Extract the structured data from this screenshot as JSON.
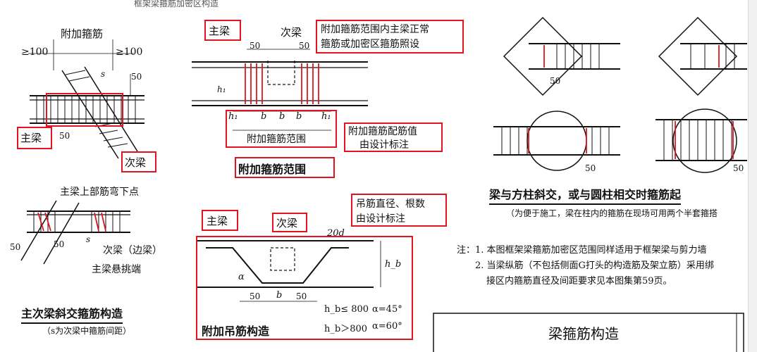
{
  "top_fragment": "框架梁箍筋加密区构造",
  "left": {
    "extra_stirrup": "附加箍筋",
    "ge100_left": "≥100",
    "ge100_right": "≥100",
    "s": "s",
    "d50_a": "50",
    "d50_b": "50",
    "main_beam": "主梁",
    "secondary_beam": "次梁",
    "bend_point": "主梁上部筋弯下点",
    "d50_c": "50",
    "d50_d": "50",
    "s2": "s",
    "secondary_edge": "次梁（边梁）",
    "cantilever": "主梁悬挑端",
    "title": "主次梁斜交箍筋构造",
    "subtitle": "（s为次梁中箍筋间距）"
  },
  "middle_top": {
    "main_beam": "主梁",
    "secondary_beam": "次梁",
    "d50_left": "50",
    "d50_right": "50",
    "note_box": "附加箍筋范围内主梁正常箍筋或加密区箍筋照设",
    "note_line1": "附加箍筋范围内主梁正常",
    "note_line2": "箍筋或加密区箍筋照设",
    "h1_left": "h₁",
    "h1_bottom": "h₁",
    "b1": "b",
    "b2": "b",
    "b3": "b",
    "h1_right": "h₁",
    "range_label": "附加箍筋范围",
    "value_line1": "附加箍筋配筋值",
    "value_line2": "由设计标注",
    "title": "附加箍筋范围"
  },
  "middle_bottom": {
    "main_beam": "主梁",
    "secondary_beam": "次梁",
    "hanger_line1": "吊筋直径、根数",
    "hanger_line2": "由设计标注",
    "twenty_d": "20d",
    "alpha": "α",
    "hb": "h_b",
    "d50_left": "50",
    "b": "b",
    "d50_right": "50",
    "cond1": "h_b≤ 800",
    "cond1_alpha": "α=45°",
    "cond2": "h_b＞800",
    "cond2_alpha": "α=60°",
    "title": "附加吊筋构造"
  },
  "right": {
    "d50_a": "50",
    "d50_b": "50",
    "d50_c": "50",
    "title": "梁与方柱斜交，或与圆柱相交时箍筋起",
    "subtitle": "（为便于施工，梁在柱内的箍筋在现场可用两个半套箍搭",
    "note1": "注：1. 本图框架梁箍筋加密区范围同样适用于框架梁与剪力墙",
    "note2": "2. 当梁纵筋（不包括侧面G打头的构造筋及架立筋）采用绑",
    "note3": "接区内箍筋直径及间距要求见本图集第59页。",
    "table_title": "梁箍筋构造"
  },
  "colors": {
    "red": "#e0141e",
    "line": "#111111"
  }
}
